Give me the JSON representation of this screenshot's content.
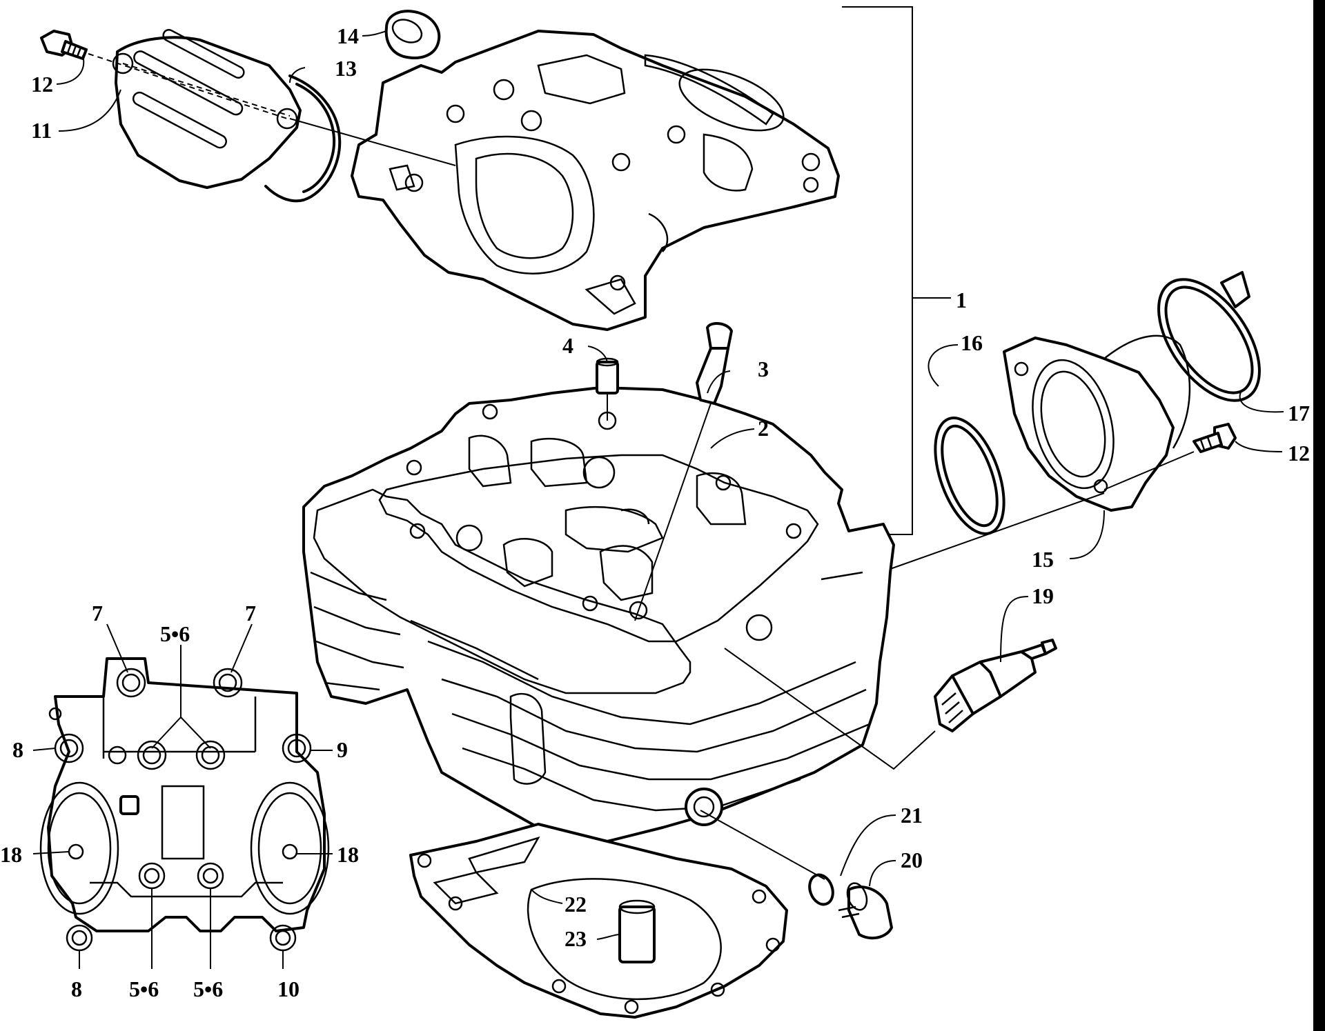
{
  "callouts": {
    "c1": "1",
    "c2": "2",
    "c3": "3",
    "c4": "4",
    "c11": "11",
    "c12a": "12",
    "c12b": "12",
    "c13": "13",
    "c14": "14",
    "c15": "15",
    "c16": "16",
    "c17": "17",
    "c19": "19",
    "c20": "20",
    "c21": "21",
    "c22": "22",
    "c23": "23"
  },
  "inset_callouts": {
    "c7a": "7",
    "c7b": "7",
    "c56top": "5•6",
    "c8a": "8",
    "c9": "9",
    "c18a": "18",
    "c18b": "18",
    "c8b": "8",
    "c56a": "5•6",
    "c56b": "5•6",
    "c10": "10"
  }
}
